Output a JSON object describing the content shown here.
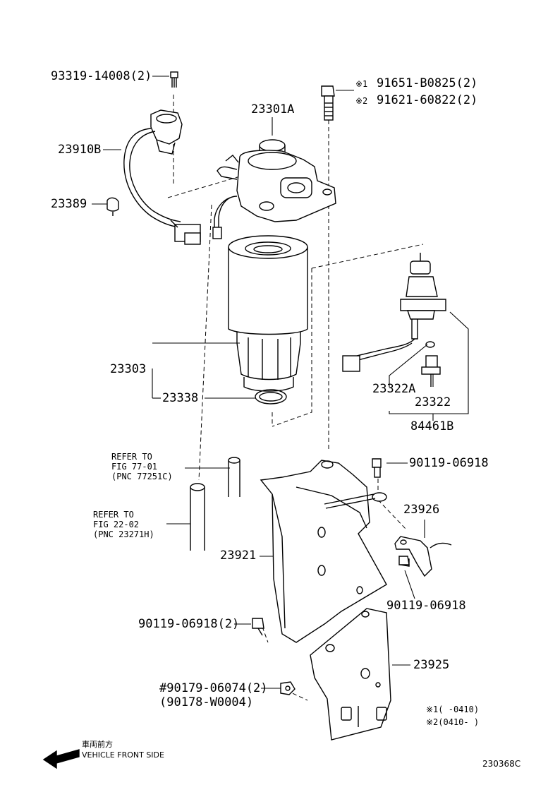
{
  "parts": {
    "bolt_top_left": "93319-14008(2)",
    "sensor_assy": "23910B",
    "clip": "23389",
    "filter_head": "23301A",
    "bolt_note1": "91651-B0825(2)",
    "bolt_note2": "91621-60822(2)",
    "note_mark1": "※1",
    "note_mark2": "※2",
    "element": "23303",
    "gasket": "23338",
    "sensor_o_ring": "23322A",
    "sensor": "23322",
    "sensor_sub": "84461B",
    "bolt_bracket_top": "90119-06918",
    "bracket_small": "23926",
    "bracket_main": "23921",
    "bolt_bracket_right": "90119-06918",
    "bolt_bracket_left": "90119-06918(2)",
    "bracket_lower": "23925",
    "nut_line1": "#90179-06074(2)",
    "nut_line2": "(90178-W0004)"
  },
  "refer1": {
    "line1": "REFER TO",
    "line2": "FIG 77-01",
    "line3": "(PNC 77251C)"
  },
  "refer2": {
    "line1": "REFER TO",
    "line2": "FIG 22-02",
    "line3": "(PNC 23271H)"
  },
  "notes": {
    "n1": "※1(   -0410)",
    "n2": "※2(0410-   )"
  },
  "footer": {
    "jp": "車両前方",
    "en": "VEHICLE FRONT SIDE",
    "code": "230368C"
  }
}
